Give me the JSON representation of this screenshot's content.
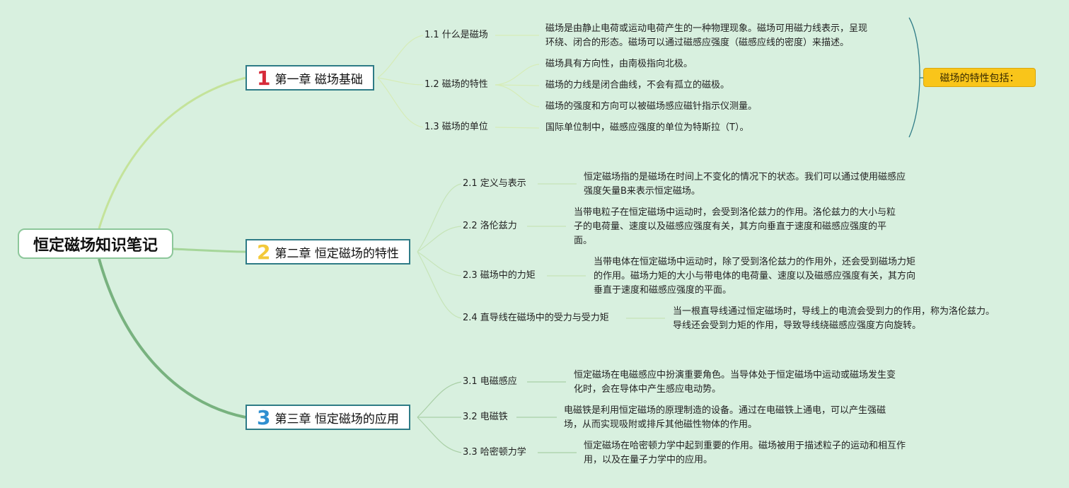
{
  "root": {
    "label": "恒定磁场知识笔记"
  },
  "chapters": [
    {
      "num": "1",
      "num_color": "#d62b3a",
      "label": "第一章 磁场基础",
      "subs": [
        {
          "label": "1.1 什么是磁场",
          "leaves": [
            "磁场是由静止电荷或运动电荷产生的一种物理现象。磁场可用磁力线表示，呈现\n环绕、闭合的形态。磁场可以通过磁感应强度（磁感应线的密度）来描述。"
          ]
        },
        {
          "label": "1.2 磁场的特性",
          "leaves": [
            "磁场具有方向性，由南极指向北极。",
            "磁场的力线是闭合曲线，不会有孤立的磁极。",
            "磁场的强度和方向可以被磁场感应磁针指示仪测量。"
          ]
        },
        {
          "label": "1.3 磁场的单位",
          "leaves": [
            "国际单位制中，磁感应强度的单位为特斯拉（T）。"
          ]
        }
      ]
    },
    {
      "num": "2",
      "num_color": "#f3c93a",
      "label": "第二章 恒定磁场的特性",
      "subs": [
        {
          "label": "2.1 定义与表示",
          "leaves": [
            "恒定磁场指的是磁场在时间上不变化的情况下的状态。我们可以通过使用磁感应\n强度矢量B来表示恒定磁场。"
          ]
        },
        {
          "label": "2.2 洛伦兹力",
          "leaves": [
            "当带电粒子在恒定磁场中运动时，会受到洛伦兹力的作用。洛伦兹力的大小与粒\n子的电荷量、速度以及磁感应强度有关，其方向垂直于速度和磁感应强度的平\n面。"
          ]
        },
        {
          "label": "2.3 磁场中的力矩",
          "leaves": [
            "当带电体在恒定磁场中运动时，除了受到洛伦兹力的作用外，还会受到磁场力矩\n的作用。磁场力矩的大小与带电体的电荷量、速度以及磁感应强度有关，其方向\n垂直于速度和磁感应强度的平面。"
          ]
        },
        {
          "label": "2.4 直导线在磁场中的受力与受力矩",
          "leaves": [
            "当一根直导线通过恒定磁场时，导线上的电流会受到力的作用，称为洛伦兹力。\n导线还会受到力矩的作用，导致导线绕磁感应强度方向旋转。"
          ]
        }
      ]
    },
    {
      "num": "3",
      "num_color": "#2f8fd0",
      "label": "第三章 恒定磁场的应用",
      "subs": [
        {
          "label": "3.1 电磁感应",
          "leaves": [
            "恒定磁场在电磁感应中扮演重要角色。当导体处于恒定磁场中运动或磁场发生变\n化时，会在导体中产生感应电动势。"
          ]
        },
        {
          "label": "3.2 电磁铁",
          "leaves": [
            "电磁铁是利用恒定磁场的原理制造的设备。通过在电磁铁上通电，可以产生强磁\n场，从而实现吸附或排斥其他磁性物体的作用。"
          ]
        },
        {
          "label": "3.3 哈密顿力学",
          "leaves": [
            "恒定磁场在哈密顿力学中起到重要的作用。磁场被用于描述粒子的运动和相互作\n用，以及在量子力学中的应用。"
          ]
        }
      ]
    }
  ],
  "callout": {
    "label": "磁场的特性包括："
  },
  "colors": {
    "background": "#d8f0df",
    "branch_1": "#c4e39a",
    "branch_2": "#a6d69a",
    "branch_3": "#78b27f",
    "chapter_border": "#2e7b86",
    "callout_fill": "#f9c51a"
  }
}
